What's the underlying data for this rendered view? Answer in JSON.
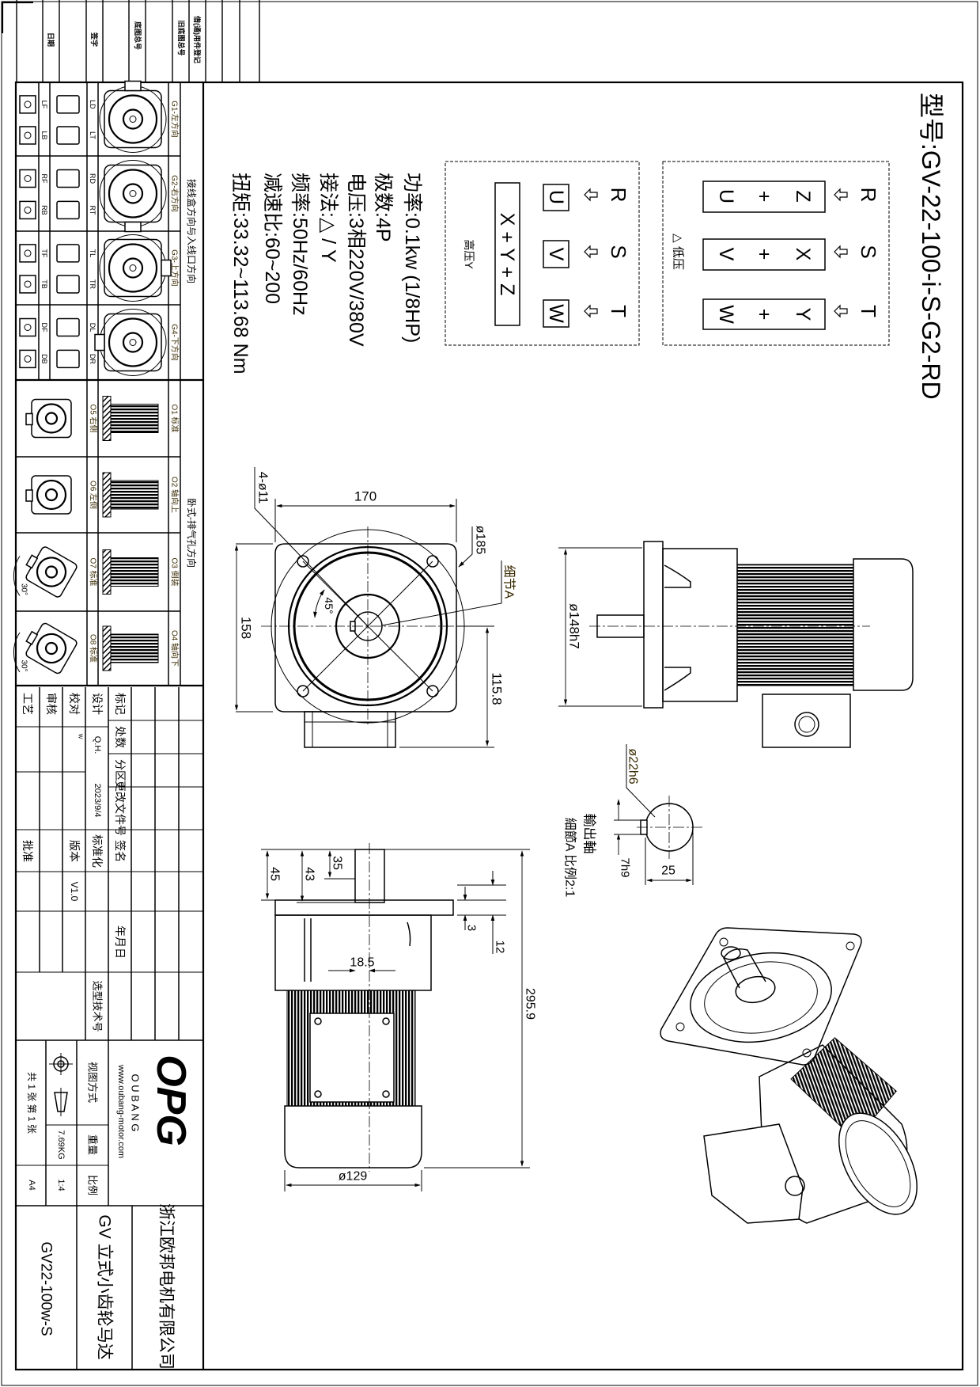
{
  "binding_strip": {
    "labels": [
      "日期",
      "签字",
      "底图总号",
      "旧底图总号",
      "借(通)用件登记"
    ]
  },
  "title": {
    "model": "型号:GV-22-100-i-S-G2-RD"
  },
  "wiring": {
    "low": {
      "label": "△ 低压",
      "phases": [
        "R",
        "S",
        "T"
      ],
      "pairs": [
        {
          "a": "Z",
          "op": "+",
          "b": "U"
        },
        {
          "a": "X",
          "op": "+",
          "b": "V"
        },
        {
          "a": "Y",
          "op": "+",
          "b": "W"
        }
      ]
    },
    "high": {
      "label": "高压Y",
      "phases": [
        "R",
        "S",
        "T"
      ],
      "terminals": [
        "U",
        "V",
        "W"
      ],
      "star": "X + Y + Z"
    }
  },
  "specs": [
    "功率:0.1kw (1/8HP)",
    "极数:4P",
    "电压:3相220V/380V",
    "接法:△ / Y",
    "频率:50Hz/60Hz",
    "减速比:60~200",
    "扭矩:33.32~113.68 Nm"
  ],
  "dimensions": {
    "front": {
      "width": "170",
      "height": "158",
      "pcd": "ø185",
      "holes": "4-ø11",
      "angle": "45°",
      "center_height": "115.8",
      "detail": "细节A"
    },
    "side": {
      "pilot": "ø148h7"
    },
    "shaft_detail": {
      "dia": "ø22h6",
      "key": "7h9",
      "width": "25",
      "title": "輸出軸",
      "subtitle": "細節A 比例2:1"
    },
    "vertical": {
      "d45": "45",
      "d43": "43",
      "d35": "35",
      "d12": "12",
      "d3": "3",
      "length": "295.9",
      "motor_dia": "ø129",
      "offset": "18.5"
    }
  },
  "orientation": {
    "junction_header": "接线盒方向与入线口方向",
    "junction_rows": [
      {
        "name": "G1-左方向",
        "codes": [
          "LF",
          "LB",
          "LD",
          "LT"
        ]
      },
      {
        "name": "G2-右方向",
        "codes": [
          "RF",
          "RB",
          "RD",
          "RT"
        ]
      },
      {
        "name": "G3-上方向",
        "codes": [
          "TF",
          "TB",
          "TL",
          "TR"
        ]
      },
      {
        "name": "G4-下方向",
        "codes": [
          "DF",
          "DB",
          "DL",
          "DR"
        ]
      }
    ],
    "mounting_header": "卧式-排气孔方向",
    "mounting_rows": [
      {
        "left": "O5 右侧",
        "right": "O1 标准"
      },
      {
        "left": "O6 左侧",
        "right": "O2 轴向上"
      },
      {
        "left": "O7 标准",
        "right": "O3 倒装",
        "angle": "30°"
      },
      {
        "left": "O8 标准",
        "right": "O4 轴向下",
        "angle": "30°"
      }
    ]
  },
  "title_block": {
    "rev_headers": [
      "标记",
      "处数",
      "分区",
      "更改文件号",
      "签名",
      "年月日"
    ],
    "design_label": "设计",
    "check_label": "校对",
    "review_label": "审核",
    "process_label": "工艺",
    "approve_label": "批准",
    "standard_label": "标准化",
    "version_label": "版本",
    "designer": "Q.H.",
    "checker_mark": "W",
    "date": "2023/9/4",
    "version": "V1.0",
    "selection_no_label": "选型技术号",
    "view_method_label": "视图方式",
    "weight_label": "重量",
    "scale_label": "比例",
    "weight": "7.69KG",
    "scale": "1:4",
    "sheets": "共 1 张 第 1 张",
    "paper": "A4",
    "logo": "OPG",
    "brand": "O U B A N G",
    "website": "www.oubang-motor.com",
    "company": "浙江欧邦电机有限公司",
    "product": "GV 立式小齿轮马达",
    "drawing_no": "GV22-100w-S"
  }
}
